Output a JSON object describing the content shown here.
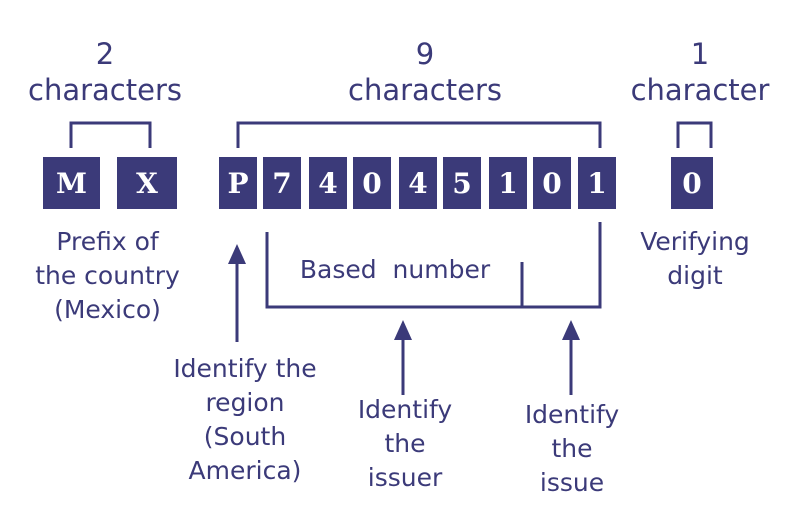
{
  "groups": [
    {
      "count": "2",
      "unit": "characters"
    },
    {
      "count": "9",
      "unit": "characters"
    },
    {
      "count": "1",
      "unit": "character"
    }
  ],
  "prefix_chars": [
    "M",
    "X"
  ],
  "number_chars": [
    "P",
    "7",
    "4",
    "0",
    "4",
    "5",
    "1",
    "0",
    "1"
  ],
  "check_chars": [
    "0"
  ],
  "labels": {
    "prefix": [
      "Prefix of",
      "the country",
      "(Mexico)"
    ],
    "verifying": [
      "Verifying",
      "digit"
    ],
    "based": "Based  number",
    "region": [
      "Identify the",
      "region",
      "(South America)"
    ],
    "issuer": [
      "Identify",
      "the",
      "issuer"
    ],
    "issue": [
      "Identify",
      "the",
      "issue"
    ]
  },
  "colors": {
    "ink": "#3b3a79",
    "background": "#ffffff"
  }
}
